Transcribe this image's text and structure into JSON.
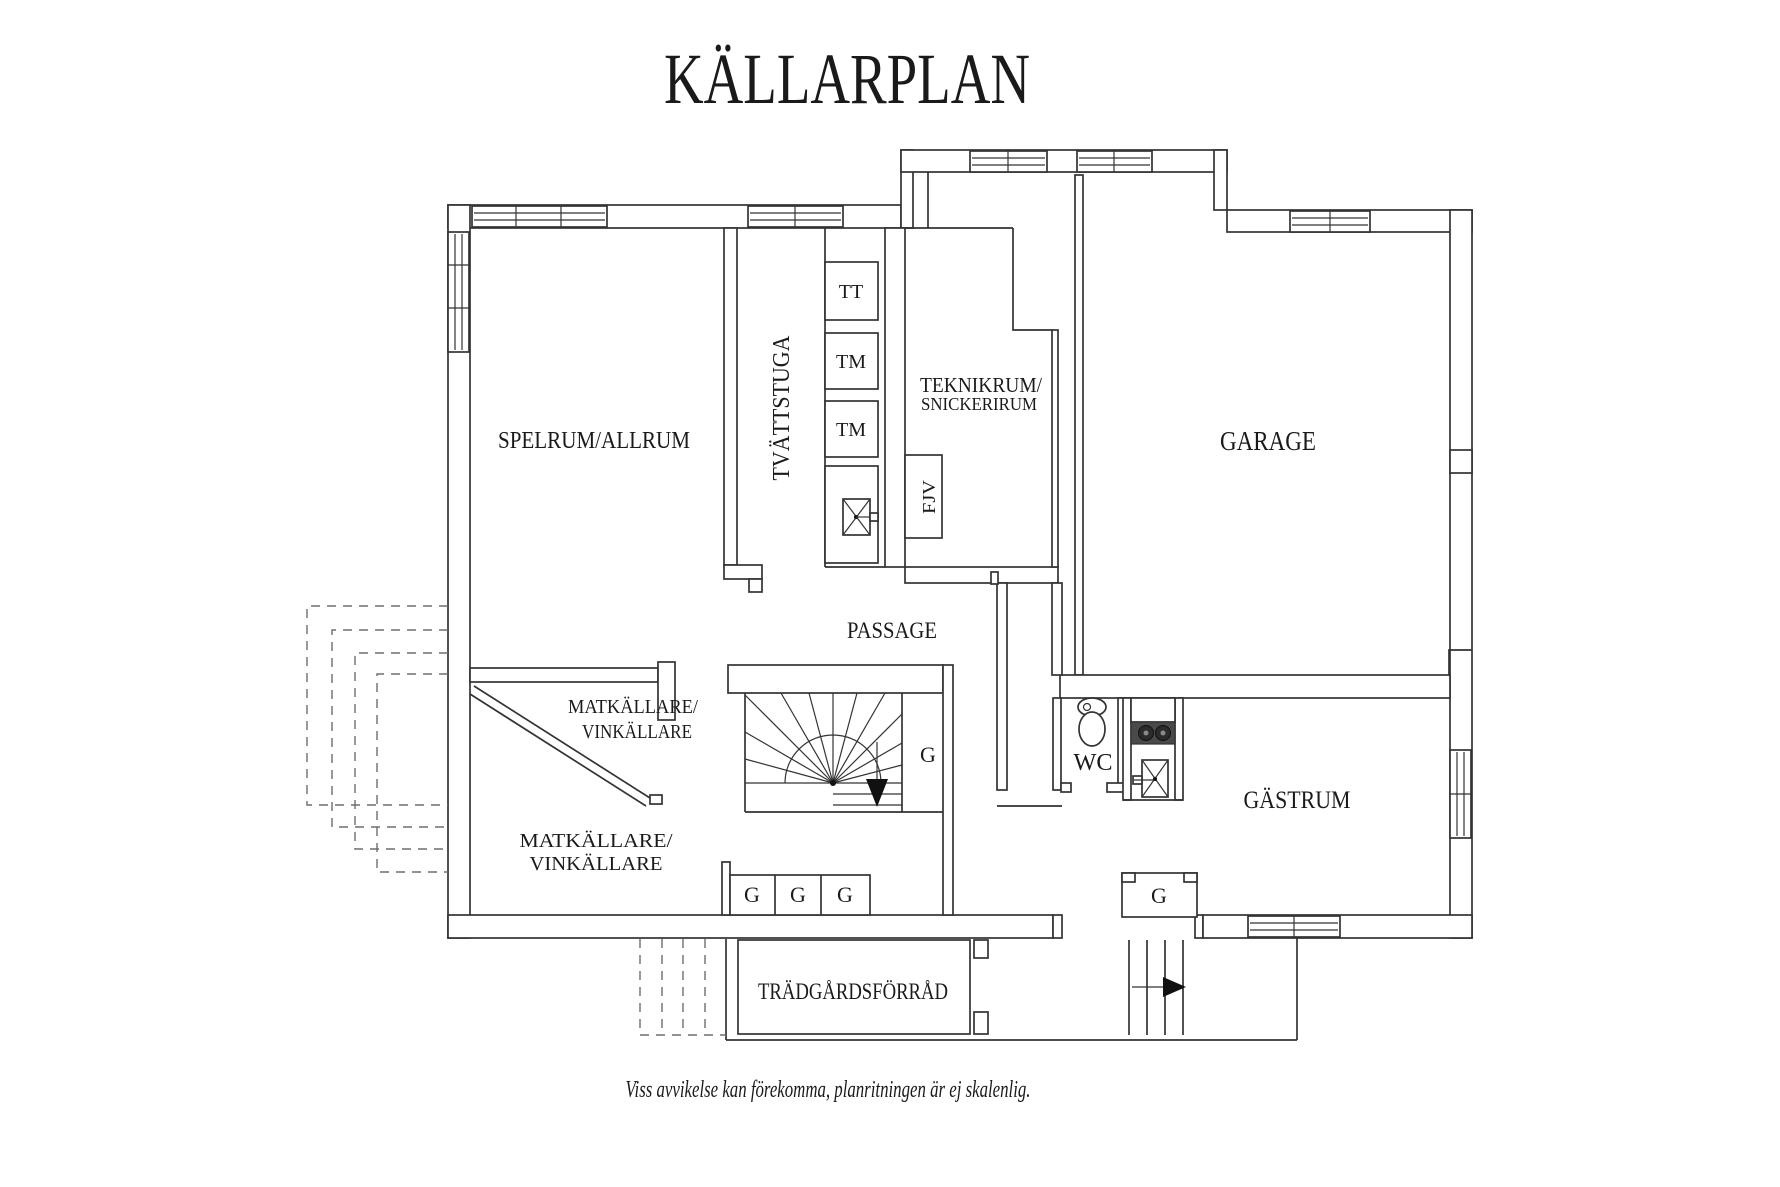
{
  "title": "KÄLLARPLAN",
  "caption": "Viss avvikelse kan förekomma, planritningen är ej skalenlig.",
  "rooms": {
    "spelrum": {
      "label": "SPELRUM/ALLRUM"
    },
    "tvattstuga": {
      "label": "TVÄTTSTUGA"
    },
    "teknikrum": {
      "line1": "TEKNIKRUM/",
      "line2": "SNICKERIRUM"
    },
    "garage": {
      "label": "GARAGE"
    },
    "passage": {
      "label": "PASSAGE"
    },
    "matkallare_upper": {
      "line1": "MATKÄLLARE/",
      "line2": "VINKÄLLARE"
    },
    "matkallare_lower": {
      "line1": "MATKÄLLARE/",
      "line2": "VINKÄLLARE"
    },
    "wc": {
      "label": "WC"
    },
    "gastrum": {
      "label": "GÄSTRUM"
    },
    "tradgardsforrad": {
      "label": "TRÄDGÅRDSFÖRRÅD"
    }
  },
  "fixtures": {
    "tt": "TT",
    "tm1": "TM",
    "tm2": "TM",
    "fjv": "FJV",
    "closet_stair": "G",
    "closet_row": [
      "G",
      "G",
      "G"
    ],
    "closet_gastrum": "G"
  },
  "colors": {
    "line": "#333333",
    "text": "#1a1a1a",
    "counter_dark": "#4a4a4a",
    "burner_dark": "#2b2b2b",
    "dashed_gray": "#6e6e6e",
    "background": "#ffffff"
  }
}
